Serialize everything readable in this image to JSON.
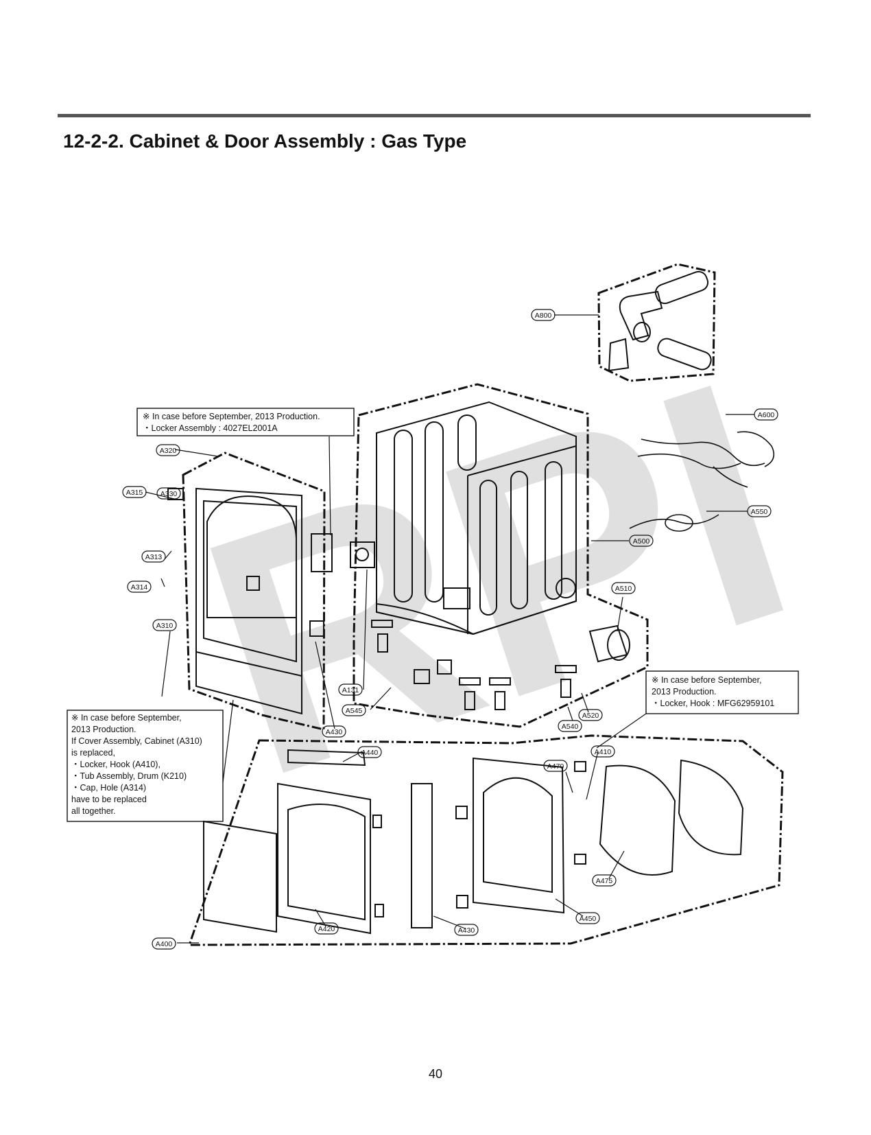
{
  "header": {
    "title": "12-2-2. Cabinet & Door Assembly : Gas Type"
  },
  "watermark": "RPI",
  "notes": {
    "top": {
      "line1": "※ In case before September, 2013 Production.",
      "line2": "・Locker Assembly : 4027EL2001A"
    },
    "right": {
      "line1": "※ In case before September,",
      "line2": "2013 Production.",
      "line3": "・Locker, Hook : MFG62959101"
    },
    "left": {
      "line1": "※ In case before September,",
      "line2": "2013 Production.",
      "line3": "If Cover Assembly, Cabinet (A310)",
      "line4": "is replaced,",
      "line5": "・Locker, Hook (A410),",
      "line6": "・Tub Assembly, Drum (K210)",
      "line7": "・Cap, Hole (A314)",
      "line8": "have to be replaced",
      "line9": "all together."
    }
  },
  "callouts": {
    "a800": "A800",
    "a600": "A600",
    "a550": "A550",
    "a500": "A500",
    "a510": "A510",
    "a520": "A520",
    "a540": "A540",
    "a545": "A545",
    "a131": "A131",
    "a320": "A320",
    "a315": "A315",
    "a330": "A330",
    "a313": "A313",
    "a314": "A314",
    "a310": "A310",
    "a430_top": "A430",
    "a440": "A440",
    "a470": "A470",
    "a410": "A410",
    "a475": "A475",
    "a450": "A450",
    "a430_bottom": "A430",
    "a420": "A420",
    "a400": "A400"
  },
  "footer": {
    "page_number": "40"
  }
}
